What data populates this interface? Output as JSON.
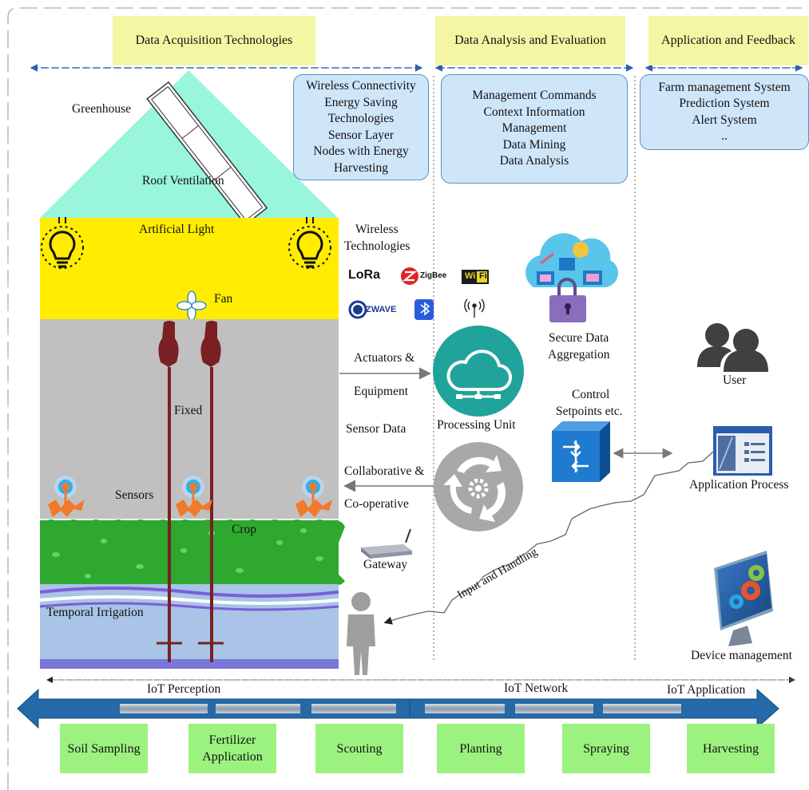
{
  "headers": {
    "acquisition": "Data Acquisition Technologies",
    "analysis": "Data Analysis and Evaluation",
    "application": "Application and Feedback"
  },
  "acquisition_box": [
    "Wireless Connectivity",
    "Energy Saving",
    "Technologies",
    "Sensor Layer",
    "Nodes with Energy",
    "Harvesting"
  ],
  "analysis_box": [
    "Management Commands",
    "Context Information",
    "Management",
    "Data Mining",
    "Data Analysis"
  ],
  "application_box": [
    "Farm management System",
    "Prediction System",
    "Alert System",
    ".."
  ],
  "greenhouse": {
    "title": "Greenhouse",
    "roof_ventilation": "Roof Ventilation",
    "artificial_light": "Artificial Light",
    "fan": "Fan",
    "fixed": "Fixed",
    "sensors": "Sensors",
    "crop": "Crop",
    "temporal_irrigation": "Temporal Irrigation"
  },
  "wireless": {
    "title_line1": "Wireless",
    "title_line2": "Technologies",
    "logos": [
      "LoRa",
      "ZigBee",
      "Wi",
      "Fi",
      "ZWAVE"
    ]
  },
  "flows": {
    "actuators_line1": "Actuators &",
    "actuators_line2": "Equipment",
    "sensor_data": "Sensor Data",
    "collab_line1": "Collaborative &",
    "collab_line2": "Co-operative",
    "gateway": "Gateway",
    "processing_unit": "Processing Unit",
    "secure_line1": "Secure Data",
    "secure_line2": "Aggregation",
    "control_line1": "Control",
    "control_line2": "Setpoints etc.",
    "input_handling": "Input and Handling"
  },
  "right_panel": {
    "user": "User",
    "application_process": "Application Process",
    "device_management": "Device management"
  },
  "bottom": {
    "iot_perception": "IoT Perception",
    "iot_network": "IoT Network",
    "iot_application": "IoT Application",
    "activities": [
      "Soil Sampling",
      "Fertilizer Application",
      "Scouting",
      "Planting",
      "Spraying",
      "Harvesting"
    ]
  },
  "colors": {
    "header_yellow": "#f3f7a4",
    "roof_cyan": "#99f5dc",
    "light_yellow": "#ffec00",
    "soil_gray": "#c0c0c0",
    "crop_green": "#2ea82e",
    "water_blue": "#a9c4e6",
    "box_blue": "#cfe6f9",
    "activity_green": "#9cf27f",
    "arrow_blue": "#2f6aa8",
    "pole_red": "#7a1f22"
  }
}
